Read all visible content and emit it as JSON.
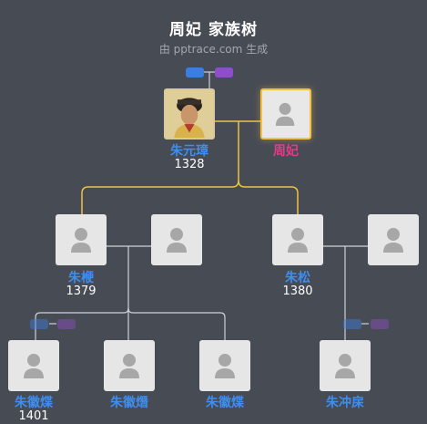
{
  "header": {
    "title": "周妃 家族树",
    "subtitle": "由 pptrace.com 生成"
  },
  "people": {
    "zhu_yuanzhang": {
      "name": "朱元璋",
      "year": "1328"
    },
    "zhou_fei": {
      "name": "周妃",
      "year": ""
    },
    "zhu_zhen": {
      "name": "朱楩",
      "year": "1379"
    },
    "zhu_song": {
      "name": "朱松",
      "year": "1380"
    },
    "zhu_huiye1": {
      "name": "朱徽煠",
      "year": "1401"
    },
    "zhu_huijian": {
      "name": "朱徽熸",
      "year": ""
    },
    "zhu_huiye2": {
      "name": "朱徽煠",
      "year": ""
    },
    "zhu_chongyu": {
      "name": "朱冲㦿",
      "year": ""
    }
  },
  "colors": {
    "background": "#474b54",
    "male_name": "#3d8ef0",
    "female_name": "#e6398a",
    "highlight_line": "#f2c144",
    "line": "#cfd2d6",
    "toggle_blue": "#3a7fe0",
    "toggle_purple": "#8e4ec8"
  },
  "icons": {
    "placeholder": "person-silhouette-icon",
    "toggles": [
      "expand-ancestors-toggle",
      "expand-descendants-toggle"
    ]
  }
}
